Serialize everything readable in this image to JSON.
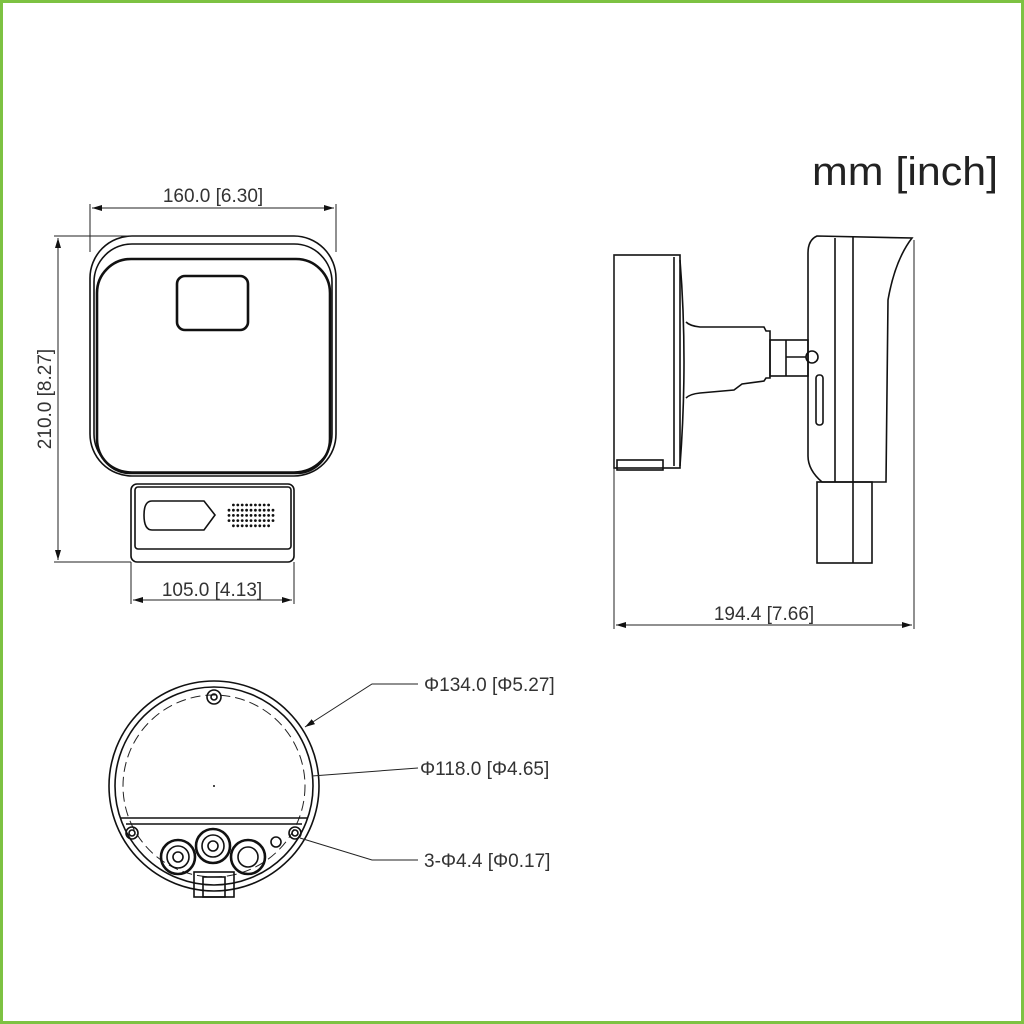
{
  "units_label": "mm [inch]",
  "front_view": {
    "width_dim": "160.0 [6.30]",
    "height_dim": "210.0 [8.27]",
    "base_width_dim": "105.0 [4.13]"
  },
  "side_view": {
    "depth_dim": "194.4 [7.66]"
  },
  "bottom_view": {
    "outer_diameter": "Φ134.0 [Φ5.27]",
    "inner_diameter": "Φ118.0 [Φ4.65]",
    "holes": "3-Φ4.4 [Φ0.17]"
  },
  "colors": {
    "border": "#7dc242",
    "line": "#111111"
  }
}
